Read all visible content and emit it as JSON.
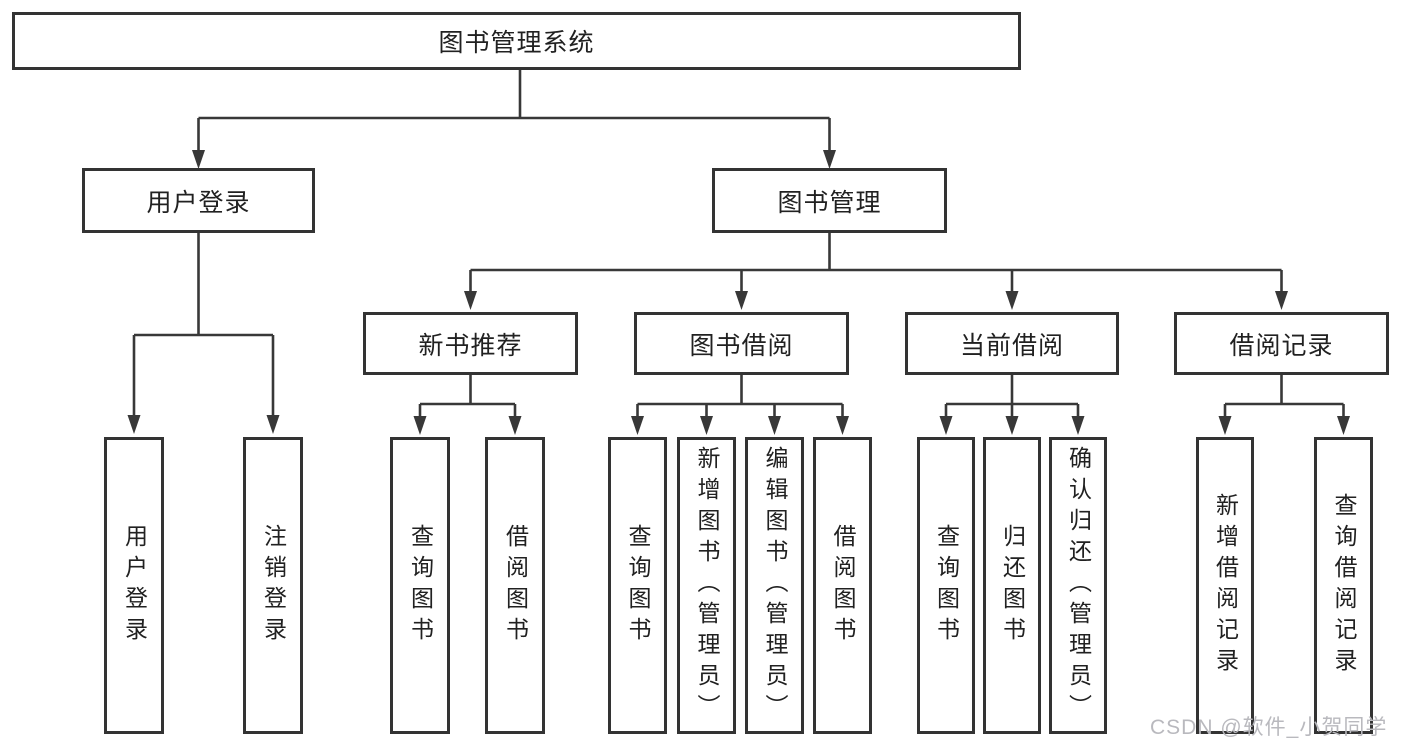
{
  "tree": {
    "root": {
      "label": "图书管理系统"
    },
    "level2": [
      {
        "label": "用户登录"
      },
      {
        "label": "图书管理"
      }
    ],
    "level3": [
      {
        "label": "新书推荐"
      },
      {
        "label": "图书借阅"
      },
      {
        "label": "当前借阅"
      },
      {
        "label": "借阅记录"
      }
    ],
    "leaves": {
      "user_login": [
        "用户登录",
        "注销登录"
      ],
      "new_book_recommend": [
        "查询图书",
        "借阅图书"
      ],
      "book_borrowing": [
        "查询图书",
        "新增图书（管理员）",
        "编辑图书（管理员）",
        "借阅图书"
      ],
      "current_borrowing": [
        "查询图书",
        "归还图书",
        "确认归还（管理员）"
      ],
      "borrowing_records": [
        "新增借阅记录",
        "查询借阅记录"
      ]
    }
  },
  "watermark": {
    "text": "CSDN @软件_小贺同学"
  },
  "colors": {
    "line": "#383838",
    "box_border": "#333333",
    "text": "#212121",
    "watermark": "#b9b9be",
    "background": "#ffffff"
  }
}
